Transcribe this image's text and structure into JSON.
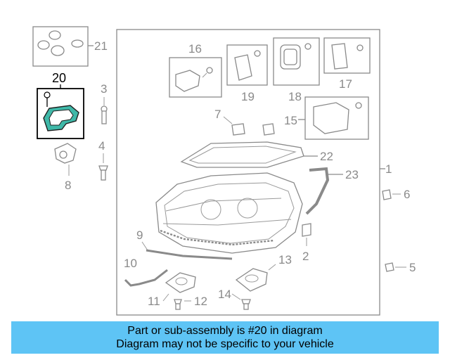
{
  "labels": {
    "p1": "1",
    "p2": "2",
    "p3": "3",
    "p4": "4",
    "p5": "5",
    "p6": "6",
    "p7": "7",
    "p8": "8",
    "p9": "9",
    "p10": "10",
    "p11": "11",
    "p12": "12",
    "p13": "13",
    "p14": "14",
    "p15": "15",
    "p16": "16",
    "p17": "17",
    "p18": "18",
    "p19": "19",
    "p20": "20",
    "p21": "21",
    "p22": "22",
    "p23": "23"
  },
  "highlight_color": "#3fb8a8",
  "banner": {
    "line1": "Part or sub-assembly is #20 in diagram",
    "line2": "Diagram may not be specific to your vehicle",
    "color": "#5ec4f5"
  }
}
